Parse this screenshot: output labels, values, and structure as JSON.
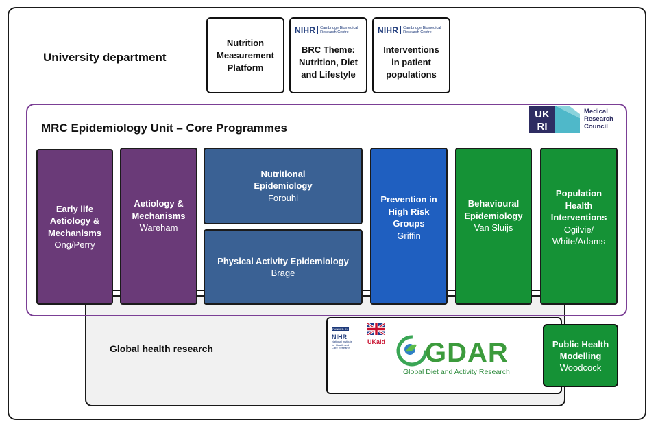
{
  "university": {
    "title": "University department"
  },
  "top_boxes": {
    "nutrition_platform": {
      "lines": [
        "Nutrition",
        "Measurement",
        "Platform"
      ]
    },
    "brc_theme": {
      "logo": "NIHR",
      "logo_sub": [
        "Cambridge Biomedical",
        "Research Centre"
      ],
      "lines": [
        "BRC Theme:",
        "Nutrition, Diet",
        "and Lifestyle"
      ]
    },
    "interventions": {
      "logo": "NIHR",
      "logo_sub": [
        "Cambridge Biomedical",
        "Research Centre"
      ],
      "lines": [
        "Interventions",
        "in patient",
        "populations"
      ]
    }
  },
  "mrc": {
    "title": "MRC Epidemiology Unit – Core Programmes",
    "ukri_logo": {
      "mark": "UKRI",
      "lines": [
        "Medical",
        "Research",
        "Council"
      ]
    },
    "programmes": {
      "early_life": {
        "name": [
          "Early life",
          "Aetiology &",
          "Mechanisms"
        ],
        "lead": "Ong/Perry",
        "color": "#6a3a78"
      },
      "aetiology": {
        "name": [
          "Aetiology &",
          "Mechanisms"
        ],
        "lead": "Wareham",
        "color": "#6a3a78"
      },
      "nutritional": {
        "name": [
          "Nutritional",
          "Epidemiology"
        ],
        "lead": "Forouhi",
        "color": "#3a6194"
      },
      "physical_activity": {
        "name": [
          "Physical Activity Epidemiology"
        ],
        "lead": "Brage",
        "color": "#3a6194"
      },
      "prevention": {
        "name": [
          "Prevention in",
          "High Risk",
          "Groups"
        ],
        "lead": "Griffin",
        "color": "#1f5fc0"
      },
      "behavioural": {
        "name": [
          "Behavioural",
          "Epidemiology"
        ],
        "lead": "Van Sluijs",
        "color": "#159236"
      },
      "population_health": {
        "name": [
          "Population",
          "Health",
          "Interventions"
        ],
        "lead": [
          "Ogilvie/",
          "White/Adams"
        ],
        "color": "#159236"
      }
    }
  },
  "global_health": {
    "title": "Global health research",
    "gdar": {
      "name": "GDAR",
      "subtitle": "Global Diet and Activity Research"
    },
    "nihr_small": {
      "logo": "NIHR",
      "lines": [
        "National Institute",
        "for Health and",
        "Care Research"
      ],
      "top": "FUNDED BY"
    },
    "ukaid": {
      "label": "UKaid"
    }
  },
  "public_health_modelling": {
    "name": [
      "Public Health",
      "Modelling"
    ],
    "lead": "Woodcock",
    "color": "#159236"
  }
}
